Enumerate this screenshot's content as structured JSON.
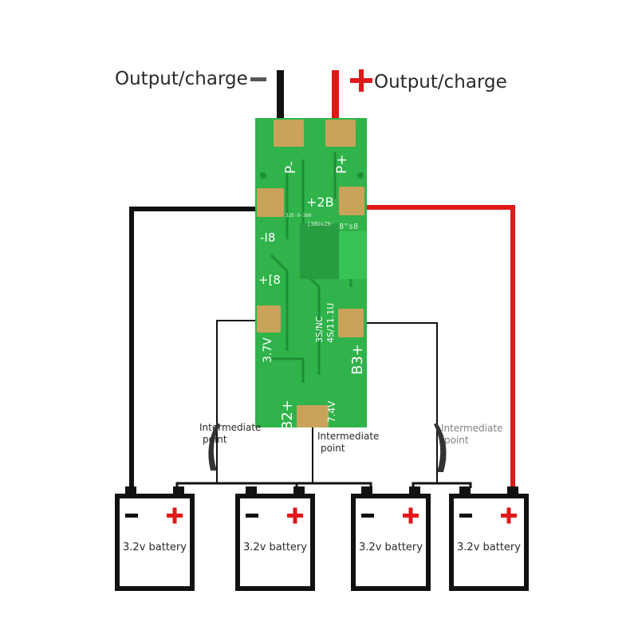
{
  "labels": {
    "output_negative": "Output/charge",
    "output_negative_sign": "-",
    "output_positive": "Output/charge",
    "output_positive_sign": "+",
    "intermediate_left": "Intermediate point",
    "intermediate_middle": "Intermediate point",
    "intermediate_right": "Intermediate point"
  },
  "pcb": {
    "pad_p_minus": "P-",
    "pad_p_plus": "P+",
    "pad_2b": "+2B",
    "pad_minus_b": "-I8",
    "pad_plus_b": "+[8",
    "pad_3v7": "3.7V",
    "pad_b3": "B3+",
    "pad_b2": "B2+",
    "pad_7v4": "7.4V",
    "spec_3s": "3S/NC",
    "spec_4s": "4S/11.1U",
    "marking_a": "8\"s8",
    "marking_b": "[38UxZ9-",
    "marking_c": "3JE-9-3N9"
  },
  "batteries": [
    {
      "label": "3.2v battery",
      "minus": "−",
      "plus": "+"
    },
    {
      "label": "3.2v battery",
      "minus": "−",
      "plus": "+"
    },
    {
      "label": "3.2v battery",
      "minus": "−",
      "plus": "+"
    },
    {
      "label": "3.2v battery",
      "minus": "−",
      "plus": "+"
    }
  ],
  "colors": {
    "pcb": "#2fb34a",
    "pcb_dark": "#1f8f36",
    "pad": "#c9a35a",
    "wire_black": "#111111",
    "wire_red": "#e01818",
    "plus_red": "#e01818"
  }
}
